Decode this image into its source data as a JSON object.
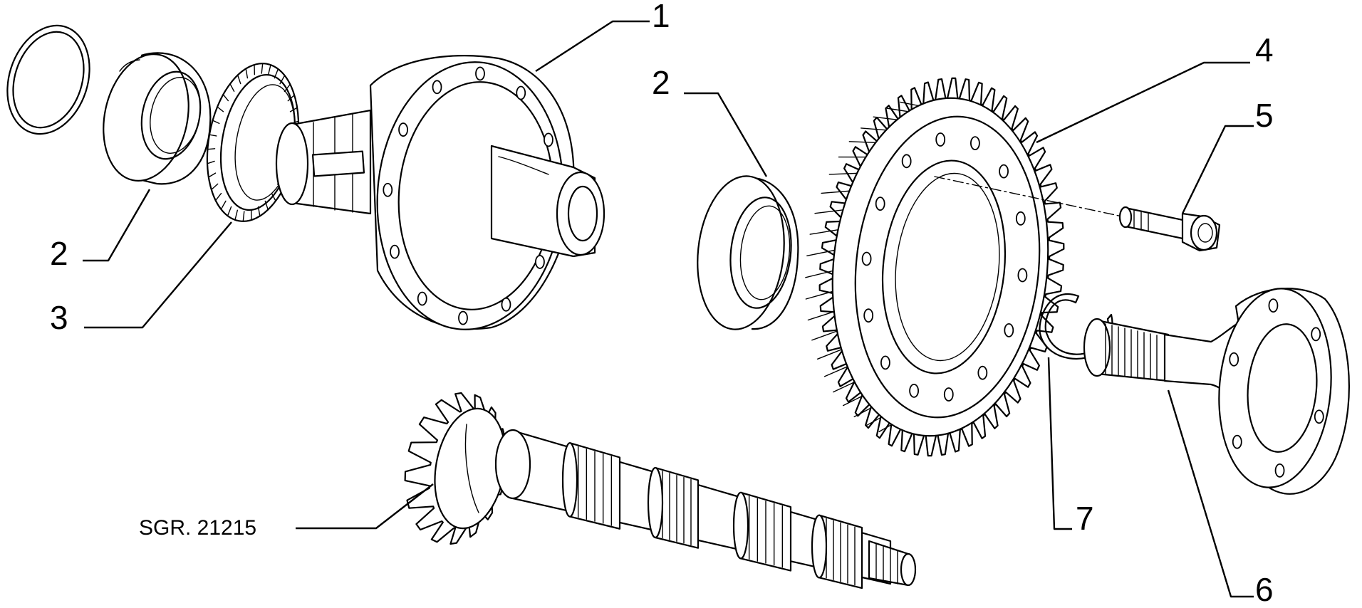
{
  "diagram": {
    "reference_code": "SGR. 21215",
    "callouts": [
      "1",
      "2",
      "2",
      "3",
      "4",
      "5",
      "6",
      "7"
    ],
    "parts": [
      {
        "id": "retaining-ring",
        "icon": "snap-ring-icon"
      },
      {
        "id": "tapered-bearing-left",
        "icon": "bearing-icon"
      },
      {
        "id": "tone-wheel",
        "icon": "gear-ring-icon"
      },
      {
        "id": "differential-housing",
        "icon": "housing-icon"
      },
      {
        "id": "tapered-bearing-right",
        "icon": "bearing-icon"
      },
      {
        "id": "crown-wheel",
        "icon": "crown-gear-icon"
      },
      {
        "id": "bolt",
        "icon": "bolt-icon"
      },
      {
        "id": "circlip",
        "icon": "circlip-icon"
      },
      {
        "id": "output-flange-shaft",
        "icon": "flange-shaft-icon"
      },
      {
        "id": "pinion-shaft",
        "icon": "pinion-shaft-icon"
      }
    ],
    "colors": {
      "line": "#000000",
      "background": "#ffffff"
    }
  }
}
